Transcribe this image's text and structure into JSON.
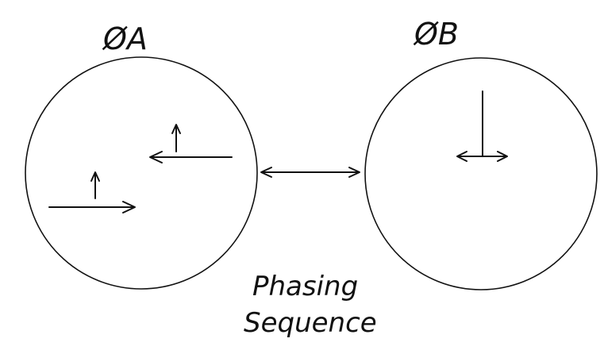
{
  "labels": {
    "phase_a": "ØA",
    "phase_b": "ØB"
  },
  "caption": {
    "line1": "Phasing",
    "line2": "Sequence"
  }
}
